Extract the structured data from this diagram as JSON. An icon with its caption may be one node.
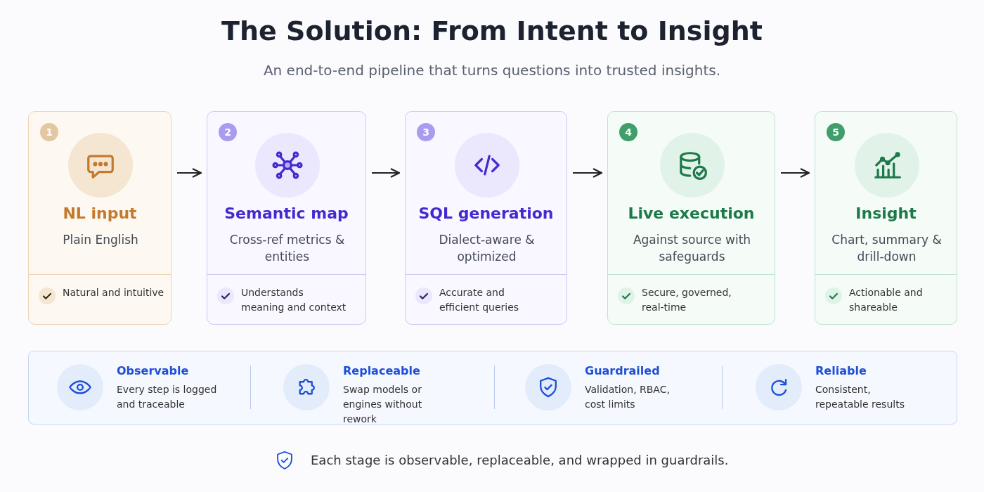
{
  "diagram": {
    "title": "The Solution: From Intent to Insight",
    "caption": "Each stage is observable, replaceable, and wrapped in guardrails.",
    "nodes": [
      {
        "text": [
          "1",
          "NL input",
          "Plain English",
          "Natural and intuitive"
        ]
      },
      {
        "text": [
          "2",
          "Semantic map",
          "Cross-ref metrics & entities",
          "Understands meaning and context"
        ]
      },
      {
        "text": [
          "3",
          "SQL generation",
          "Dialect-aware & optimized",
          "Accurate and efficient queries"
        ]
      },
      {
        "text": [
          "4",
          "Live execution",
          "Against source with safeguards",
          "Secure, governed, real-time"
        ]
      },
      {
        "text": [
          "5",
          "Insight",
          "Chart, summary & drill-down",
          "Actionable and shareable"
        ]
      },
      {
        "text": [],
        "shape": "box"
      },
      {
        "text": [
          "Observable",
          "Every step is logged and traceable"
        ],
        "in": 5
      },
      {
        "text": [
          "Replaceable",
          "Swap models or engines without rework"
        ],
        "in": 5
      },
      {
        "text": [
          "Guardrailed",
          "Validation, RBAC, cost limits"
        ],
        "in": 5
      },
      {
        "text": [
          "Reliable",
          "Consistent, repeatable results"
        ],
        "in": 5
      }
    ],
    "edges": [
      {
        "from": 0,
        "to": 1,
        "arrow": "to"
      },
      {
        "from": 1,
        "to": 2,
        "arrow": "to"
      },
      {
        "from": 2,
        "to": 3,
        "arrow": "to"
      },
      {
        "from": 3,
        "to": 4,
        "arrow": "to"
      }
    ],
    "labels": [
      "An end-to-end pipeline that turns questions into trusted insights."
    ]
  }
}
